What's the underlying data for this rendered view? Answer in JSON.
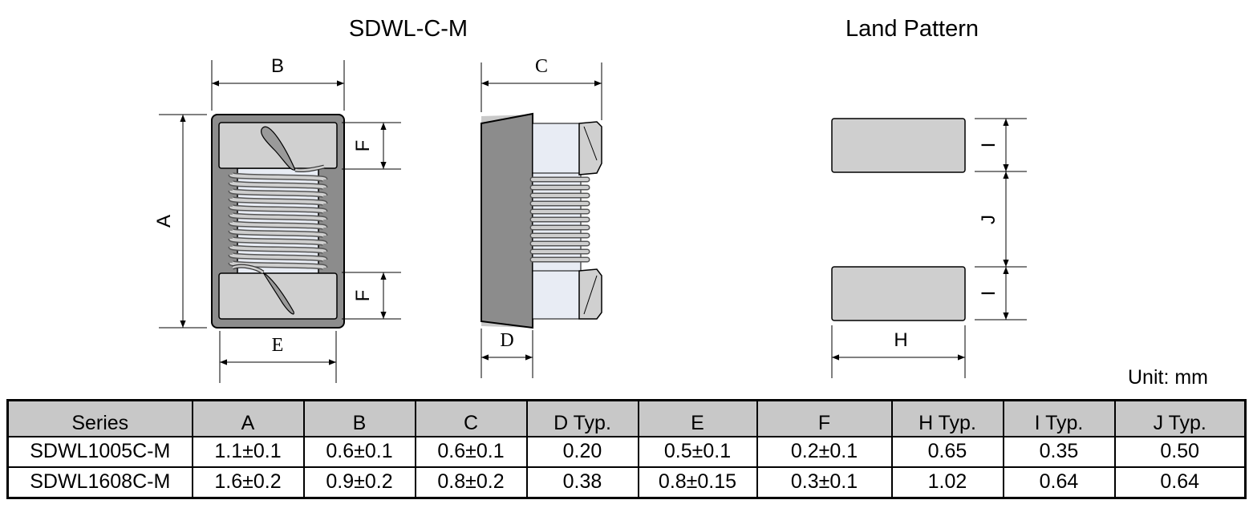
{
  "titles": {
    "left": "SDWL-C-M",
    "right": "Land Pattern"
  },
  "dimension_labels": {
    "A": "A",
    "B": "B",
    "C": "C",
    "D": "D",
    "E": "E",
    "F": "F",
    "H": "H",
    "I": "I",
    "J": "J"
  },
  "unit": "Unit: mm",
  "table": {
    "headers": [
      "Series",
      "A",
      "B",
      "C",
      "D Typ.",
      "E",
      "F",
      "H Typ.",
      "I Typ.",
      "J Typ."
    ],
    "rows": [
      [
        "SDWL1005C-M",
        "1.1±0.1",
        "0.6±0.1",
        "0.6±0.1",
        "0.20",
        "0.5±0.1",
        "0.2±0.1",
        "0.65",
        "0.35",
        "0.50"
      ],
      [
        "SDWL1608C-M",
        "1.6±0.2",
        "0.9±0.2",
        "0.8±0.2",
        "0.38",
        "0.8±0.15",
        "0.3±0.1",
        "1.02",
        "0.64",
        "0.64"
      ]
    ]
  },
  "colors": {
    "body": "#8c8c8c",
    "electrode": "#d0d0d0",
    "core": "#e8ecf4",
    "land": "#cfcfcf",
    "header": "#c8c8c8"
  }
}
